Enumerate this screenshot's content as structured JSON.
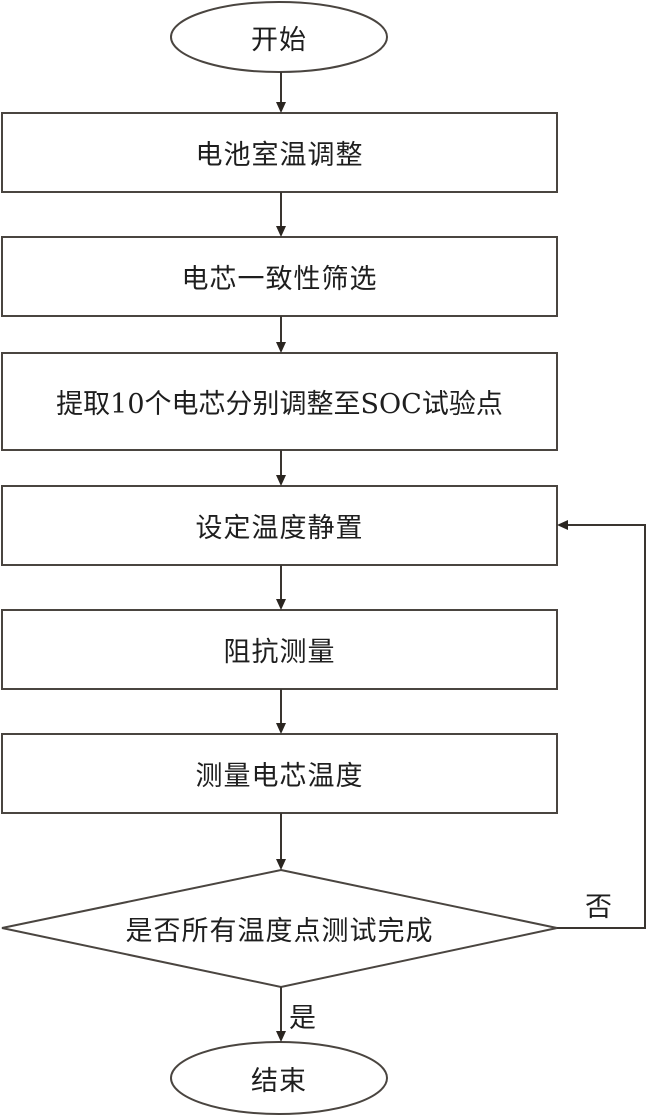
{
  "title": "Battery impedance temperature test flowchart",
  "nodes": {
    "start": "开始",
    "step1": "电池室温调整",
    "step2": "电芯一致性筛选",
    "step3": "提取10个电芯分别调整至SOC试验点",
    "step4": "设定温度静置",
    "step5": "阻抗测量",
    "step6": "测量电芯温度",
    "decision": "是否所有温度点测试完成",
    "end": "结束"
  },
  "edge_labels": {
    "no": "否",
    "yes": "是"
  }
}
